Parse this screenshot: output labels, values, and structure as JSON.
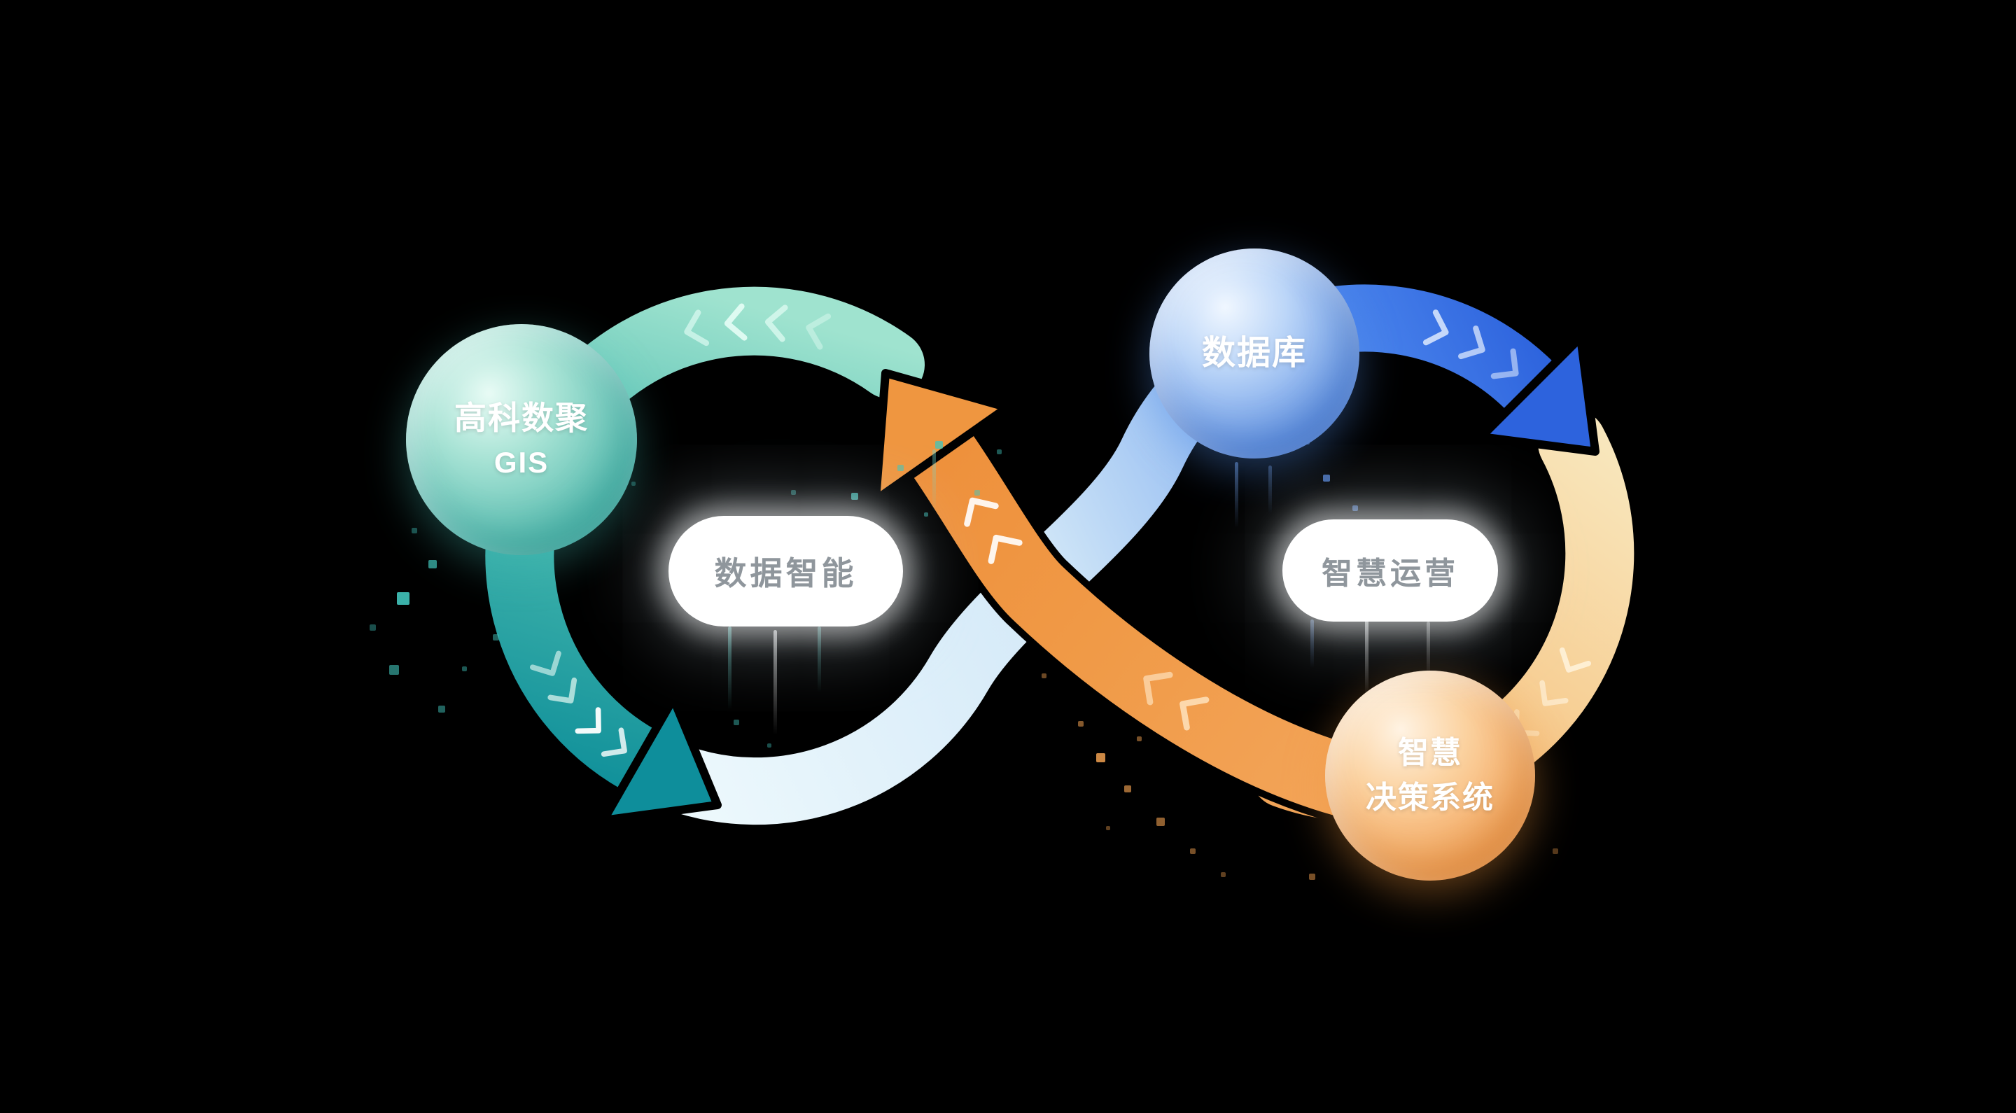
{
  "diagram": {
    "nodes": [
      {
        "id": "gis-node",
        "line1": "高科数聚",
        "line2": "GIS"
      },
      {
        "id": "database-node",
        "label": "数据库"
      },
      {
        "id": "decision-node",
        "line1": "智慧",
        "line2": "决策系统"
      }
    ],
    "pills": [
      {
        "label": "数据智能"
      },
      {
        "label": "智慧运营"
      }
    ],
    "colors": {
      "background": "#000000",
      "teal": "#2fb3ab",
      "blue": "#3b7ce8",
      "orange": "#f09a44",
      "tan": "#f6d9a5"
    }
  }
}
